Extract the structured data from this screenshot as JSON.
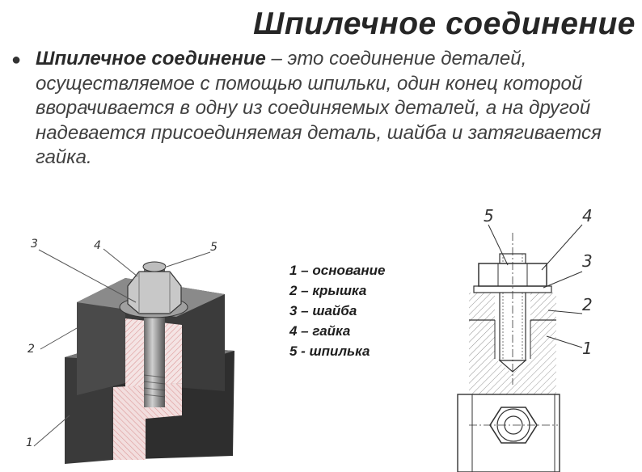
{
  "slide": {
    "title": "Шпилечное соединение",
    "definition_term": "Шпилечное соединение",
    "definition_rest": " – это соединение деталей, осуществляемое с помощью шпильки, один конец которой вворачивается в одну из соединяемых деталей, а на другой надевается присоединяемая деталь, шайба и затягивается гайка."
  },
  "legend": [
    "1 – основание",
    "2 – крышка",
    "3 – шайба",
    "4 – гайка",
    "5 - шпилька"
  ],
  "iso_callouts": {
    "c3": "3",
    "c4": "4",
    "c5": "5",
    "c2": "2",
    "c1": "1"
  },
  "drawing_callouts": {
    "c5": "5",
    "c4": "4",
    "c3": "3",
    "c2": "2",
    "c1": "1"
  }
}
